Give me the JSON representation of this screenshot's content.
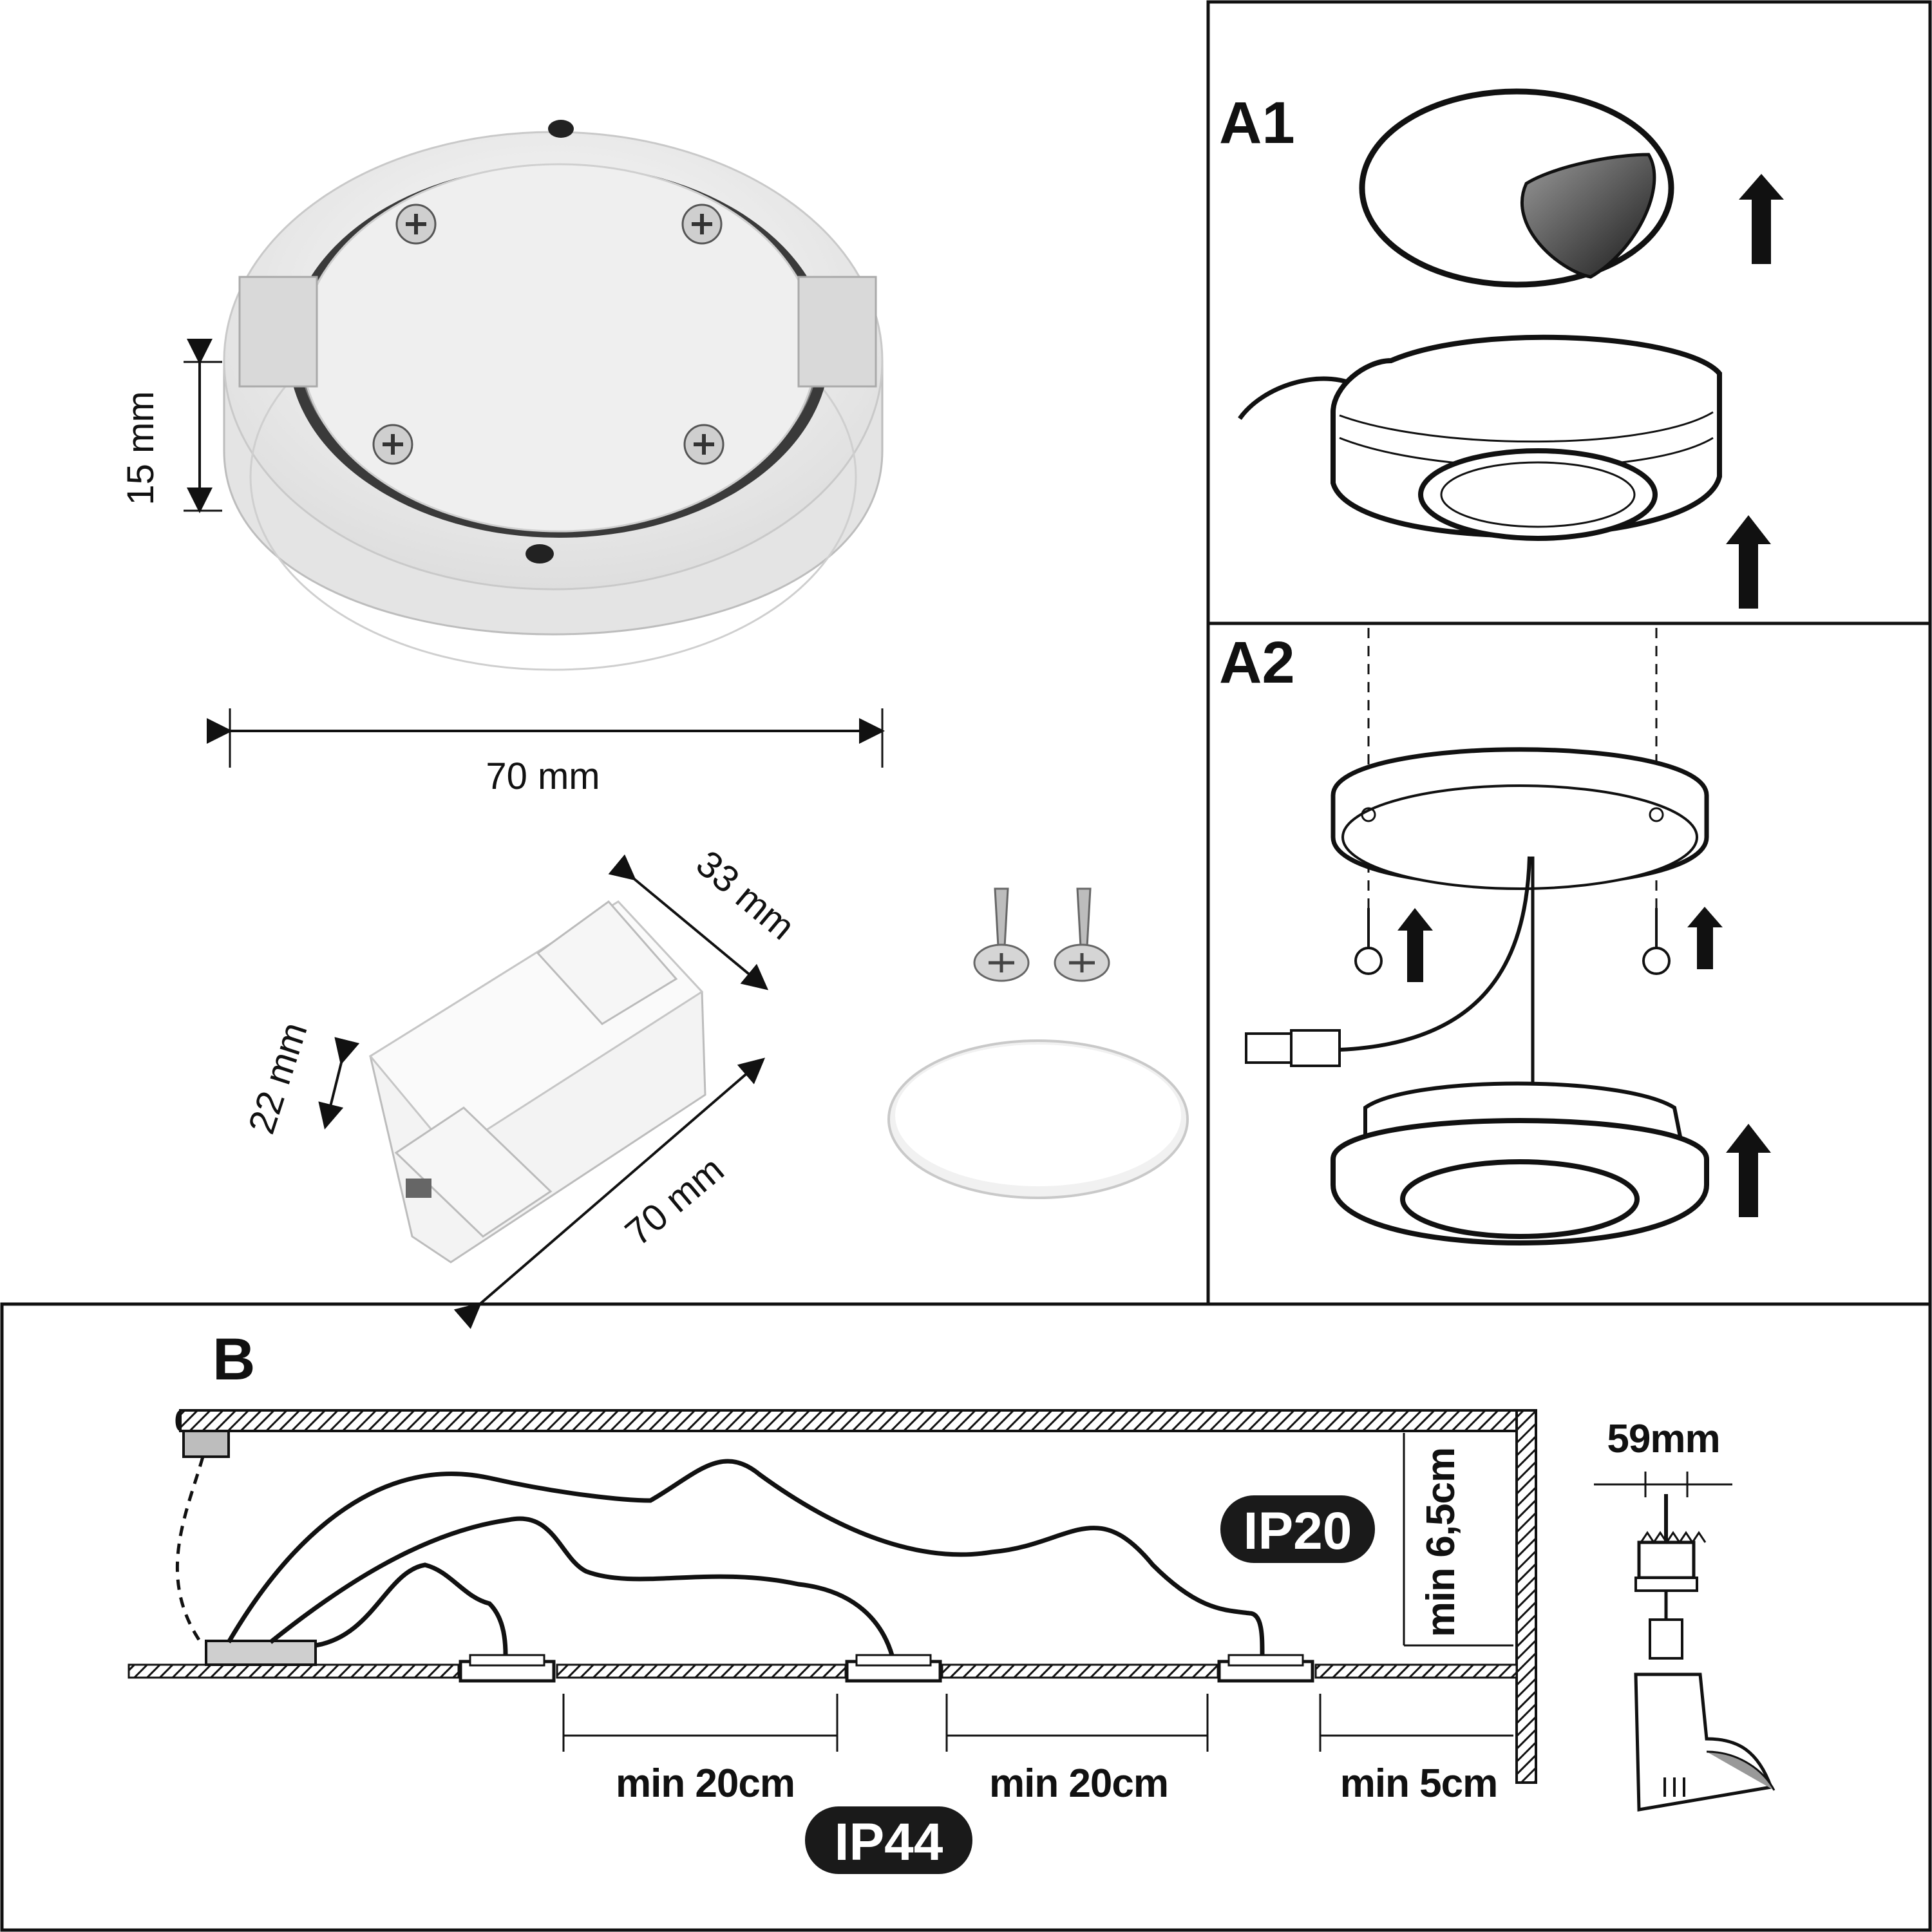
{
  "panels": {
    "a1": {
      "label": "A1"
    },
    "a2": {
      "label": "A2"
    },
    "b": {
      "label": "B"
    }
  },
  "dimensions": {
    "luminaire_height": "15 mm",
    "luminaire_diameter": "70 mm",
    "driver_width": "33 mm",
    "driver_height": "22 mm",
    "driver_length": "70 mm",
    "min_height": "min 6,5cm",
    "spacing_1": "min 20cm",
    "spacing_2": "min 20cm",
    "wall_distance": "min 5cm",
    "cutout": "59mm"
  },
  "protection": {
    "upper_zone": "IP20",
    "lower_zone": "IP44"
  },
  "colors": {
    "line": "#111111",
    "product_fill": "#f4f4f4",
    "badge": "#1a1a1a"
  }
}
